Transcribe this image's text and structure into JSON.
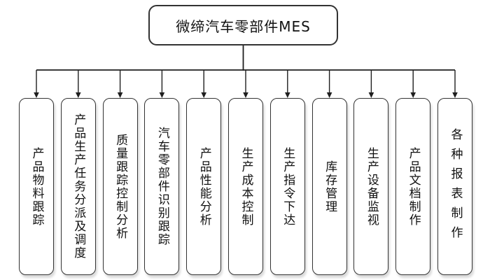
{
  "diagram": {
    "root": {
      "label": "微缔汽车零部件MES"
    },
    "children": [
      {
        "label": "产品物料跟踪"
      },
      {
        "label": "产品生产任务分派及调度"
      },
      {
        "label": "质量跟踪控制分析"
      },
      {
        "label": "汽车零部件识别跟踪"
      },
      {
        "label": "产品性能分析"
      },
      {
        "label": "生产成本控制"
      },
      {
        "label": "生产指令下达"
      },
      {
        "label": "库存管理"
      },
      {
        "label": "生产设备监视"
      },
      {
        "label": "产品文档制作"
      },
      {
        "label": "各种报表制作"
      }
    ]
  },
  "colors": {
    "background": "#ffffff",
    "border": "#333333",
    "connector": "#1f1f1f",
    "text": "#111111"
  }
}
